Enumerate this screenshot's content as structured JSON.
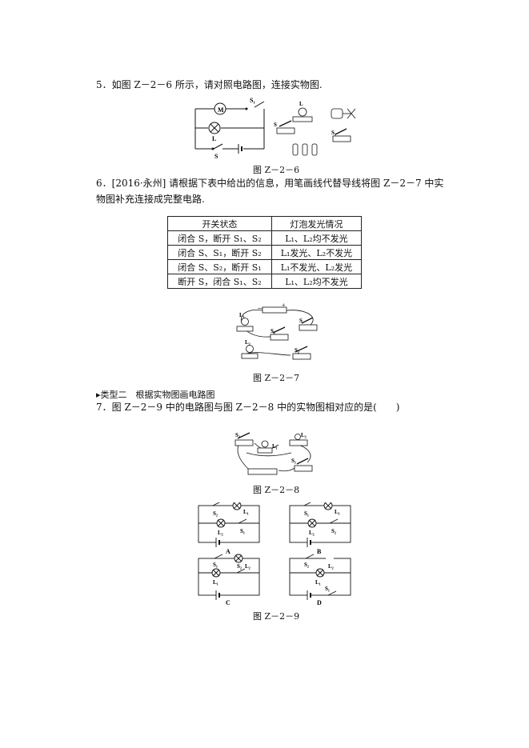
{
  "q5": {
    "text": "5．如图 Z－2－6 所示，请对照电路图，连接实物图.",
    "caption": "图 Z－2－6",
    "labels": {
      "m": "M",
      "s1": "S₁",
      "l": "L",
      "s": "S"
    }
  },
  "q6": {
    "text": "6．[2016·永州] 请根据下表中给出的信息，用笔画线代替导线将图 Z－2－7 中实物图补充连接成完整电路.",
    "caption": "图 Z－2－7",
    "table": {
      "headers": [
        "开关状态",
        "灯泡发光情况"
      ],
      "rows": [
        [
          "闭合 S，断开 S₁、S₂",
          "L₁、L₂均不发光"
        ],
        [
          "闭合 S、S₁，断开 S₂",
          "L₁发光、L₂不发光"
        ],
        [
          "闭合 S、S₂，断开 S₁",
          "L₁不发光、L₂发光"
        ],
        [
          "断开 S，闭合 S₁、S₂",
          "L₁、L₂均不发光"
        ]
      ]
    },
    "labels": {
      "l1": "L₁",
      "l2": "L₂",
      "s": "S",
      "s1": "S₁",
      "s2": "S₂",
      "minus": "－",
      "plus": "+"
    }
  },
  "section2": {
    "title": "▸类型二　根据实物图画电路图"
  },
  "q7": {
    "text": "7．图 Z－2－9 中的电路图与图 Z－2－8 中的实物图相对应的是(　　)",
    "caption8": "图 Z－2－8",
    "caption9": "图 Z－2－9",
    "labels8": {
      "s2": "S₂",
      "l1": "L₁",
      "l2": "L₂",
      "s1": "S₁"
    },
    "options": {
      "A": {
        "letter": "A",
        "top_sw": "S₂",
        "top_lamp": "L₁",
        "bot_lamp": "L₂",
        "bot_sw": "S₁"
      },
      "B": {
        "letter": "B",
        "top_sw": "S₁",
        "top_lamp": "L₁",
        "bot_lamp": "L₂",
        "bot_sw": "S₂"
      },
      "C": {
        "letter": "C",
        "top_sw": "S₁",
        "top_lamp": "L₂",
        "bot_lamp": "L₁",
        "bot_sw": "S₂"
      },
      "D": {
        "letter": "D",
        "top_sw": "S₂",
        "top_lamp": "L₂",
        "bot_lamp": "L₁",
        "bot_sw": "S₁"
      }
    }
  }
}
